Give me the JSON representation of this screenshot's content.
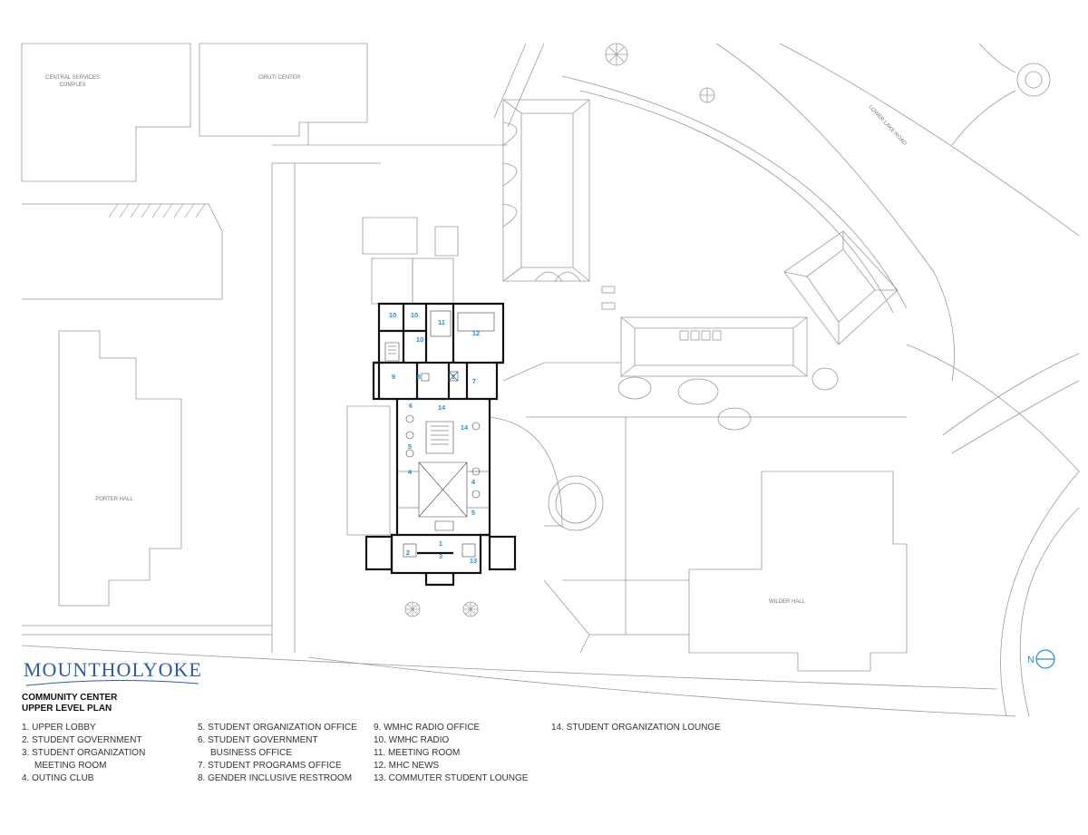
{
  "map": {
    "building_labels": {
      "central_services": "CENTRAL SERVICES COMPLEX",
      "ciruti": "CIRUTI CENTER",
      "porter": "PORTER HALL",
      "wilder": "WILDER HALL",
      "lower_lake_road": "LOWER LAKE ROAD"
    },
    "rooms": {
      "r1": "1",
      "r2": "2",
      "r3": "3",
      "r4a": "4",
      "r4b": "4",
      "r5a": "5",
      "r5b": "5",
      "r6": "6",
      "r7": "7",
      "r8a": "8",
      "r8b": "8",
      "r9": "9",
      "r10a": "10",
      "r10b": "10",
      "r10c": "10",
      "r11": "11",
      "r12": "12",
      "r13": "13",
      "r14a": "14",
      "r14b": "14"
    },
    "north_label": "N",
    "colors": {
      "line": "#8a8a8a",
      "wall": "#111111",
      "accent": "#2a8fd0",
      "brand": "#2f5aa8"
    }
  },
  "brand": {
    "logo_text": "MOUNTHOLYOKE"
  },
  "plan": {
    "title_line1": "COMMUNITY CENTER",
    "title_line2": "UPPER LEVEL PLAN"
  },
  "legend": {
    "col1": [
      "1.  UPPER LOBBY",
      "2.  STUDENT GOVERNMENT",
      "3.  STUDENT ORGANIZATION",
      "MEETING ROOM",
      "4.  OUTING CLUB"
    ],
    "col2": [
      "5.  STUDENT ORGANIZATION OFFICE",
      "6.  STUDENT GOVERNMENT",
      "BUSINESS OFFICE",
      "7.  STUDENT PROGRAMS OFFICE",
      "8.  GENDER INCLUSIVE RESTROOM"
    ],
    "col3": [
      "9.  WMHC RADIO OFFICE",
      "10. WMHC RADIO",
      "11. MEETING ROOM",
      "12. MHC NEWS",
      "13. COMMUTER STUDENT LOUNGE"
    ],
    "col4": [
      "14. STUDENT ORGANIZATION LOUNGE"
    ]
  }
}
